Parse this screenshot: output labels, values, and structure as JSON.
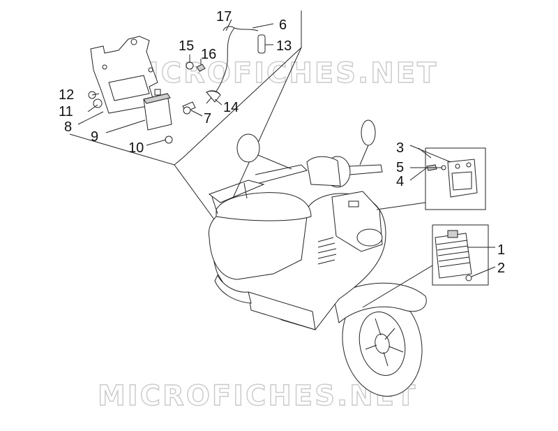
{
  "watermarks": [
    "MICROFICHES.NET",
    "MICROFICHES.NET"
  ],
  "callouts": {
    "c1": "1",
    "c2": "2",
    "c3": "3",
    "c4": "4",
    "c5": "5",
    "c6": "6",
    "c7": "7",
    "c8": "8",
    "c9": "9",
    "c10": "10",
    "c11": "11",
    "c12": "12",
    "c13": "13",
    "c14": "14",
    "c15": "15",
    "c16": "16",
    "c17": "17"
  }
}
